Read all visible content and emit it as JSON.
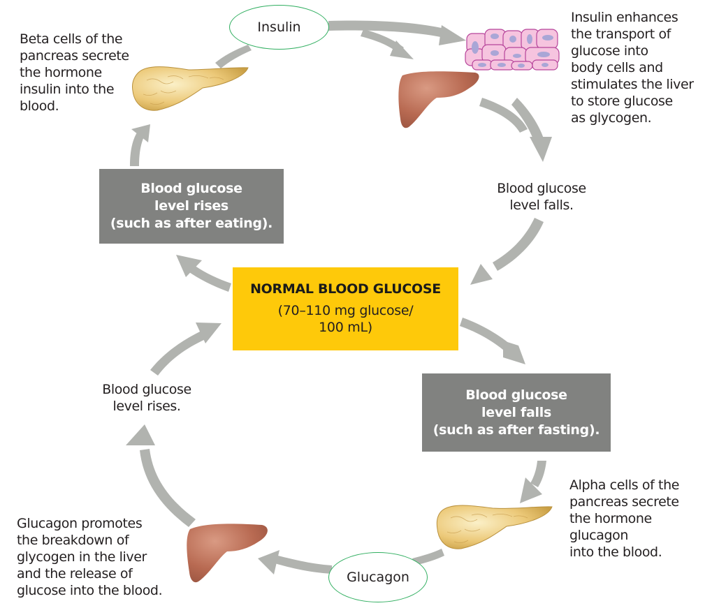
{
  "diagram": {
    "title": "Blood glucose regulation by insulin and glucagon",
    "colors": {
      "arrow": "#b1b3af",
      "gray_box": "#818280",
      "normal_box": "#fec90a",
      "hormone_ellipse_border": "#2fae5f",
      "pancreas": "#e9c672",
      "liver": "#b86a52",
      "body_cells": "#f4b8d8",
      "cell_nucleus": "#a9a6d6"
    },
    "center": {
      "title": "NORMAL BLOOD GLUCOSE",
      "subtitle": "(70–110 mg glucose/\n100 mL)"
    },
    "boxes": {
      "rises": "Blood glucose\nlevel rises\n(such as after eating).",
      "falls": "Blood glucose\nlevel falls\n(such as after fasting)."
    },
    "hormones": {
      "insulin": "Insulin",
      "glucagon": "Glucagon"
    },
    "labels": {
      "beta_cells": "Beta cells of the\npancreas secrete\nthe hormone\ninsulin into the\nblood.",
      "insulin_effect": "Insulin enhances\nthe transport of\nglucose into\nbody cells and\nstimulates the liver\nto store glucose\nas glycogen.",
      "level_falls": "Blood glucose\nlevel falls.",
      "level_rises": "Blood glucose\nlevel rises.",
      "alpha_cells": "Alpha cells of the\npancreas secrete\nthe hormone\nglucagon\ninto the blood.",
      "glucagon_effect": "Glucagon promotes\nthe breakdown of\nglycogen in the liver\nand the release of\nglucose into the blood."
    },
    "illustrations": [
      "pancreas-top",
      "body-cells",
      "liver-top",
      "pancreas-bottom",
      "liver-bottom"
    ]
  }
}
